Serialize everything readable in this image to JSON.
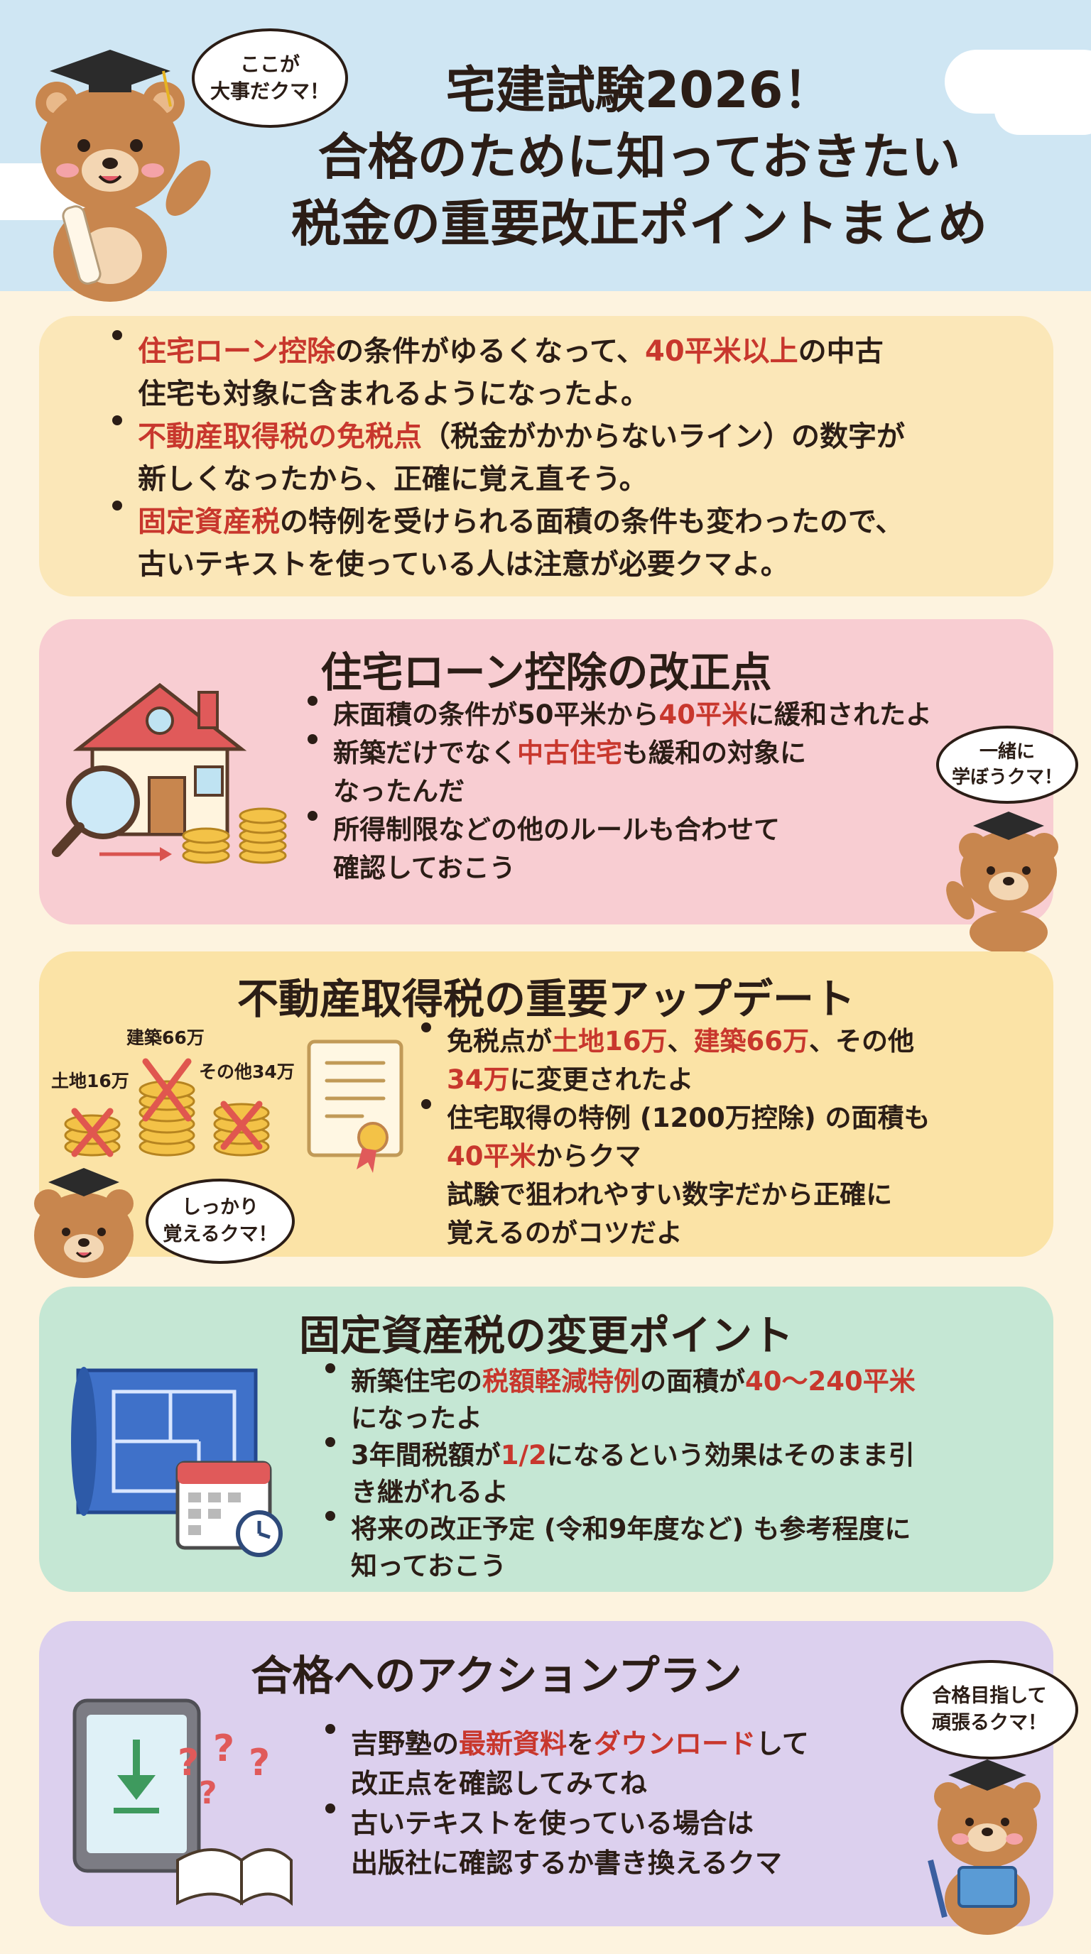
{
  "header": {
    "title_line1": "宅建試験2026！",
    "title_line2": "合格のために知っておきたい",
    "title_line3": "税金の重要改正ポイントまとめ",
    "bubble_line1": "ここが",
    "bubble_line2": "大事だクマ！"
  },
  "summary": {
    "items": [
      {
        "a": "住宅ローン控除",
        "b": "の条件がゆるくなって、",
        "c": "40平米以上",
        "d": "の中古",
        "e": "住宅も対象に含まれるようになったよ。"
      },
      {
        "a": "不動産取得税の免税点",
        "b": "（税金がかからないライン）の数字が",
        "c": "新しくなったから、正確に覚え直そう。"
      },
      {
        "a": "固定資産税",
        "b": "の特例を受けられる面積の条件も変わったので、",
        "c": "古いテキストを使っている人は注意が必要クマよ。"
      }
    ]
  },
  "loan": {
    "heading": "住宅ローン控除の改正点",
    "p1a": "床面積の条件が50平米から",
    "p1b": "40平米",
    "p1c": "に緩和されたよ",
    "p2a": "新築だけでなく",
    "p2b": "中古住宅",
    "p2c": "も緩和の対象に",
    "p2d": "なったんだ",
    "p3a": "所得制限などの他のルールも合わせて",
    "p3b": "確認しておこう",
    "bubble_line1": "一緒に",
    "bubble_line2": "学ぼうクマ！"
  },
  "acq": {
    "heading": "不動産取得税の重要アップデート",
    "label_land": "土地16万",
    "label_build": "建築66万",
    "label_other": "その他34万",
    "p1a": "免税点が",
    "p1b": "土地16万",
    "p1c": "、",
    "p1d": "建築66万",
    "p1e": "、その他",
    "p1f": "34万",
    "p1g": "に変更されたよ",
    "p2a": "住宅取得の特例 (1200万控除) の面積も",
    "p2b": "40平米",
    "p2c": "からクマ",
    "p2d": "試験で狙われやすい数字だから正確に",
    "p2e": "覚えるのがコツだよ",
    "bubble_line1": "しっかり",
    "bubble_line2": "覚えるクマ！"
  },
  "fixed": {
    "heading": "固定資産税の変更ポイント",
    "p1a": "新築住宅の",
    "p1b": "税額軽減特例",
    "p1c": "の面積が",
    "p1d": "40〜240平米",
    "p1e": "になったよ",
    "p2a": "3年間税額が",
    "p2b": "1/2",
    "p2c": "になるという効果はそのまま引",
    "p2d": "き継がれるよ",
    "p3a": "将来の改正予定 (令和9年度など) も参考程度に",
    "p3b": "知っておこう"
  },
  "action": {
    "heading": "合格へのアクションプラン",
    "p1a": "吉野塾の",
    "p1b": "最新資料",
    "p1c": "を",
    "p1d": "ダウンロード",
    "p1e": "して",
    "p1f": "改正点を確認してみてね",
    "p2a": "古いテキストを使っている場合は",
    "p2b": "出版社に確認するか書き換えるクマ",
    "bubble_line1": "合格目指して",
    "bubble_line2": "頑張るクマ！"
  },
  "colors": {
    "background": "#fdf3df",
    "header_sky": "#cfe6f3",
    "summary_card": "#fbe7b8",
    "loan_card": "#f8cdd2",
    "acq_card": "#fbe3a6",
    "fixed_card": "#c5e7d4",
    "action_card": "#dcd0ee",
    "highlight": "#c8372d",
    "text": "#2b1d16"
  }
}
